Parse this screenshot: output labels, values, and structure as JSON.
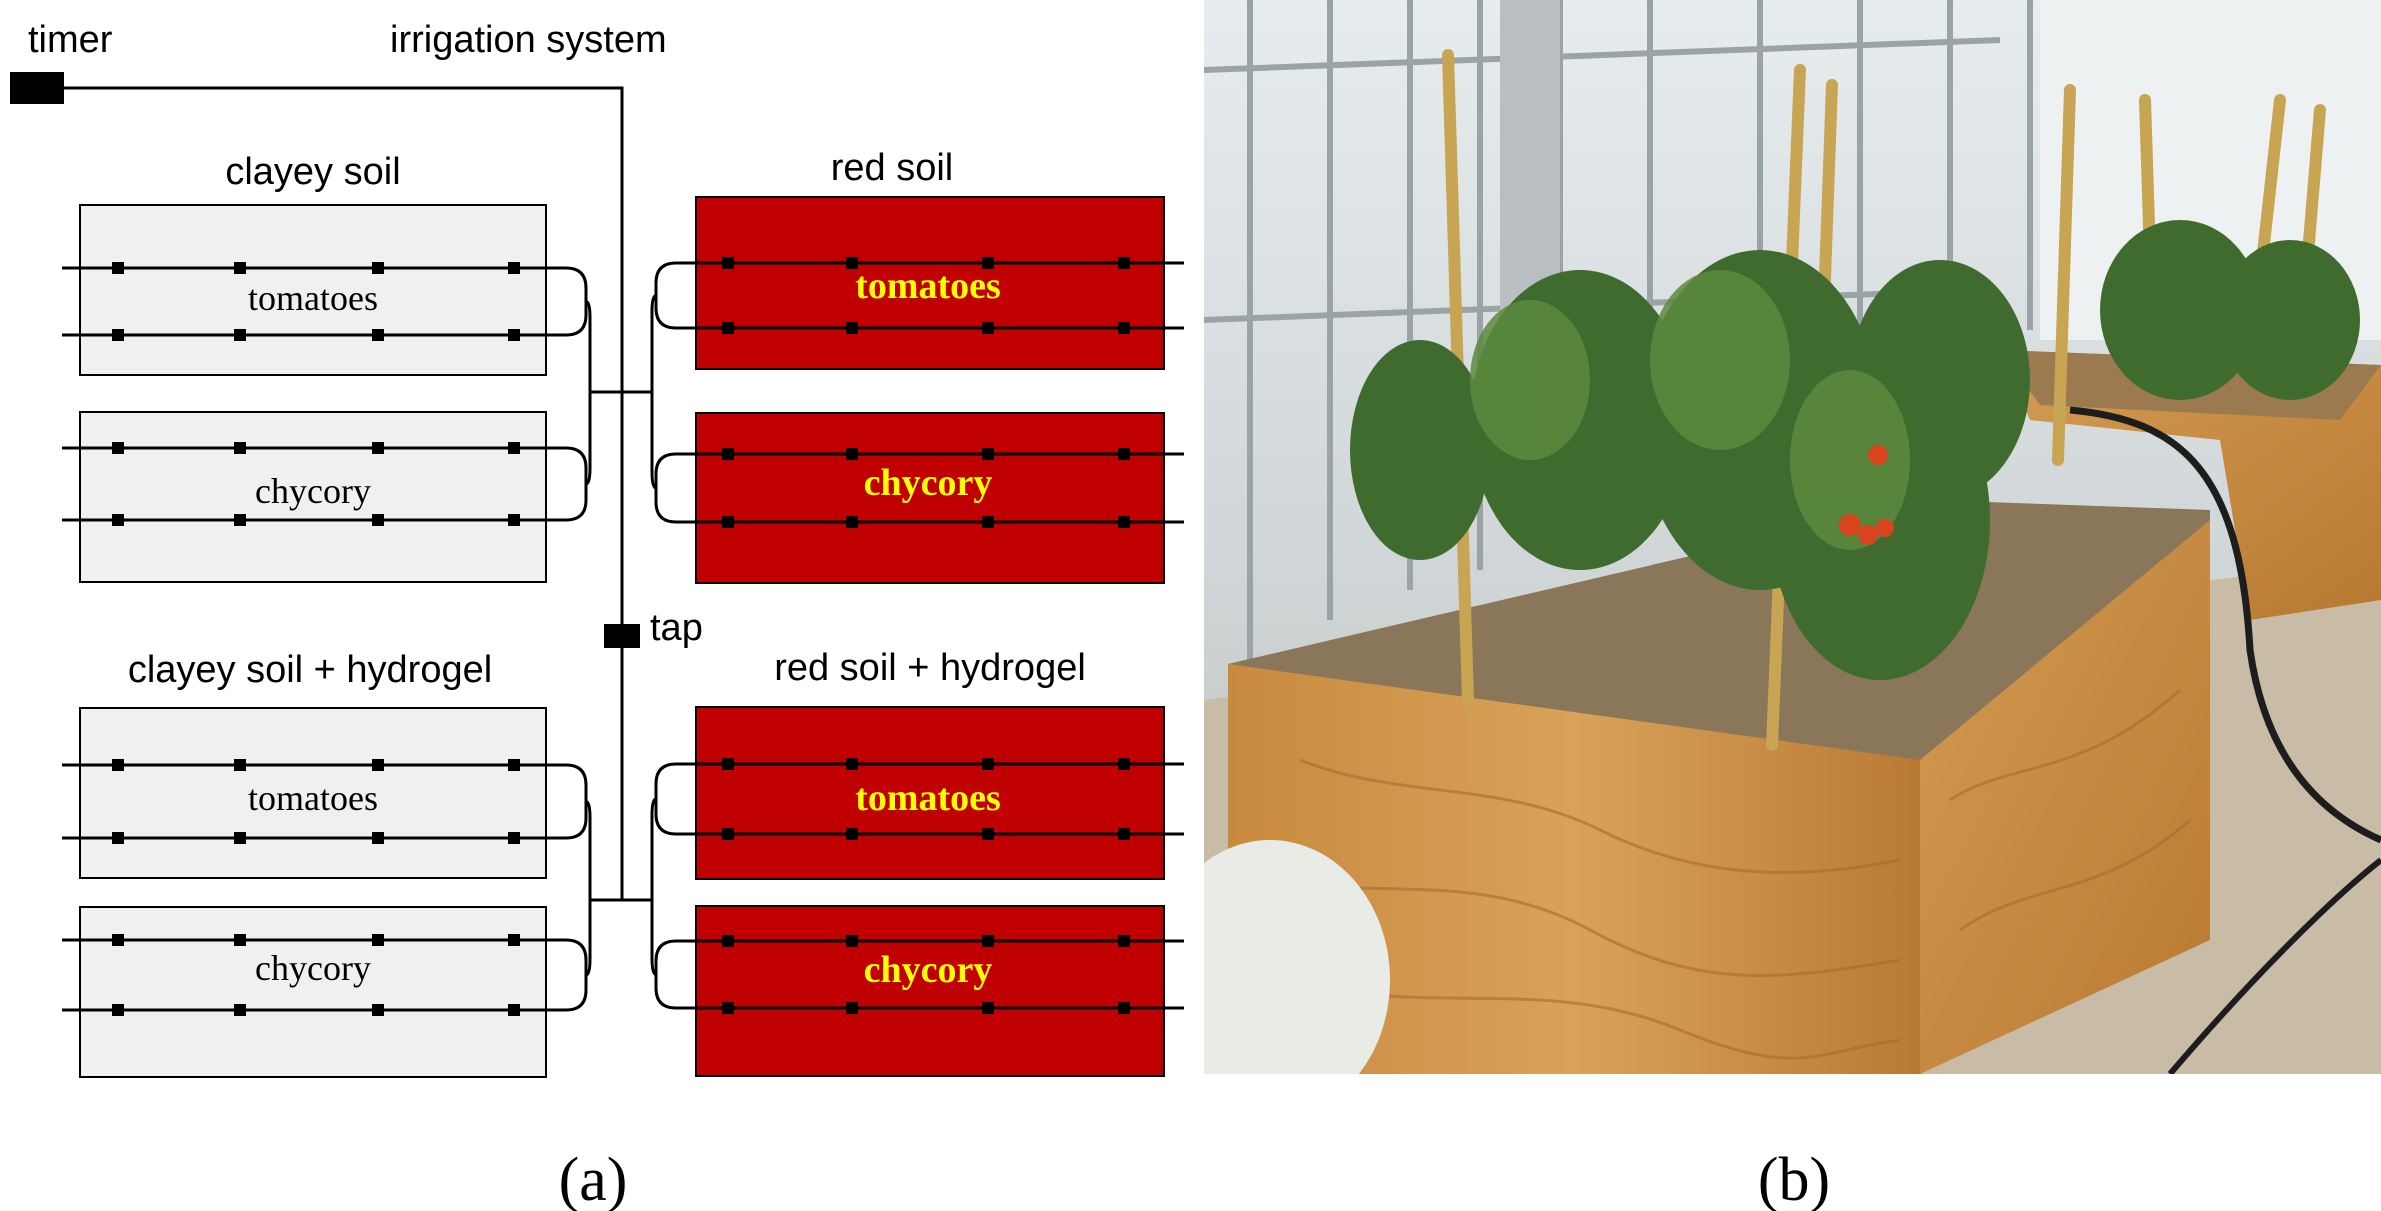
{
  "labels": {
    "timer": "timer",
    "irrigation": "irrigation system",
    "tap": "tap",
    "panel_a": "(a)",
    "panel_b": "(b)"
  },
  "groups": {
    "clayey": "clayey soil",
    "red": "red soil",
    "clayey_hydrogel": "clayey soil + hydrogel",
    "red_hydrogel": "red soil + hydrogel"
  },
  "beds": {
    "clayey_tomatoes": "tomatoes",
    "clayey_chycory": "chycory",
    "red_tomatoes": "tomatoes",
    "red_chycory": "chycory",
    "clayey_h_tomatoes": "tomatoes",
    "clayey_h_chycory": "chycory",
    "red_h_tomatoes": "tomatoes",
    "red_h_chycory": "chycory"
  },
  "colors": {
    "clayey_fill": "#f0f0f0",
    "red_fill": "#c00000",
    "red_text": "#ffff00",
    "line": "#000000"
  }
}
